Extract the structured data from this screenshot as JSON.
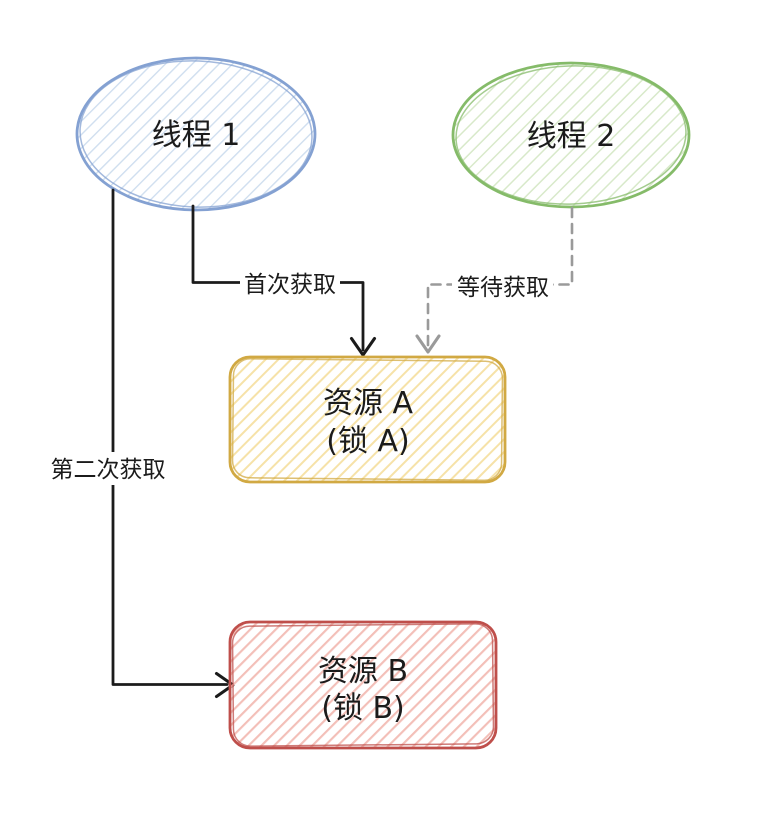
{
  "diagram": {
    "background": "#ffffff",
    "nodes": {
      "thread1": {
        "label": "线程 1",
        "shape": "ellipse",
        "stroke": "#84a1d2",
        "hatch": "#cfdeef",
        "text_color": "#1b1b1b"
      },
      "thread2": {
        "label": "线程 2",
        "shape": "ellipse",
        "stroke": "#85bb69",
        "hatch": "#d8e9ca",
        "text_color": "#1b1b1b"
      },
      "resourceA": {
        "label_line1": "资源 A",
        "label_line2": "(锁 A)",
        "shape": "rounded-rect",
        "stroke": "#d1a943",
        "hatch": "#f6e2a8",
        "text_color": "#1b1b1b"
      },
      "resourceB": {
        "label_line1": "资源 B",
        "label_line2": "(锁 B)",
        "shape": "rounded-rect",
        "stroke": "#bf4f4b",
        "hatch": "#f3bfb8",
        "text_color": "#1b1b1b"
      }
    },
    "edges": {
      "first_acquire": {
        "label": "首次获取",
        "from": "thread1",
        "to": "resourceA",
        "style": "solid",
        "color": "#1b1b1b",
        "label_color": "#1b1b1b"
      },
      "second_acquire": {
        "label": "第二次获取",
        "from": "thread1",
        "to": "resourceB",
        "style": "solid",
        "color": "#1b1b1b",
        "label_color": "#1b1b1b"
      },
      "wait_acquire": {
        "label": "等待获取",
        "from": "thread2",
        "to": "resourceA",
        "style": "dashed",
        "color": "#9a9a9a",
        "label_color": "#8f8f8f"
      }
    }
  }
}
